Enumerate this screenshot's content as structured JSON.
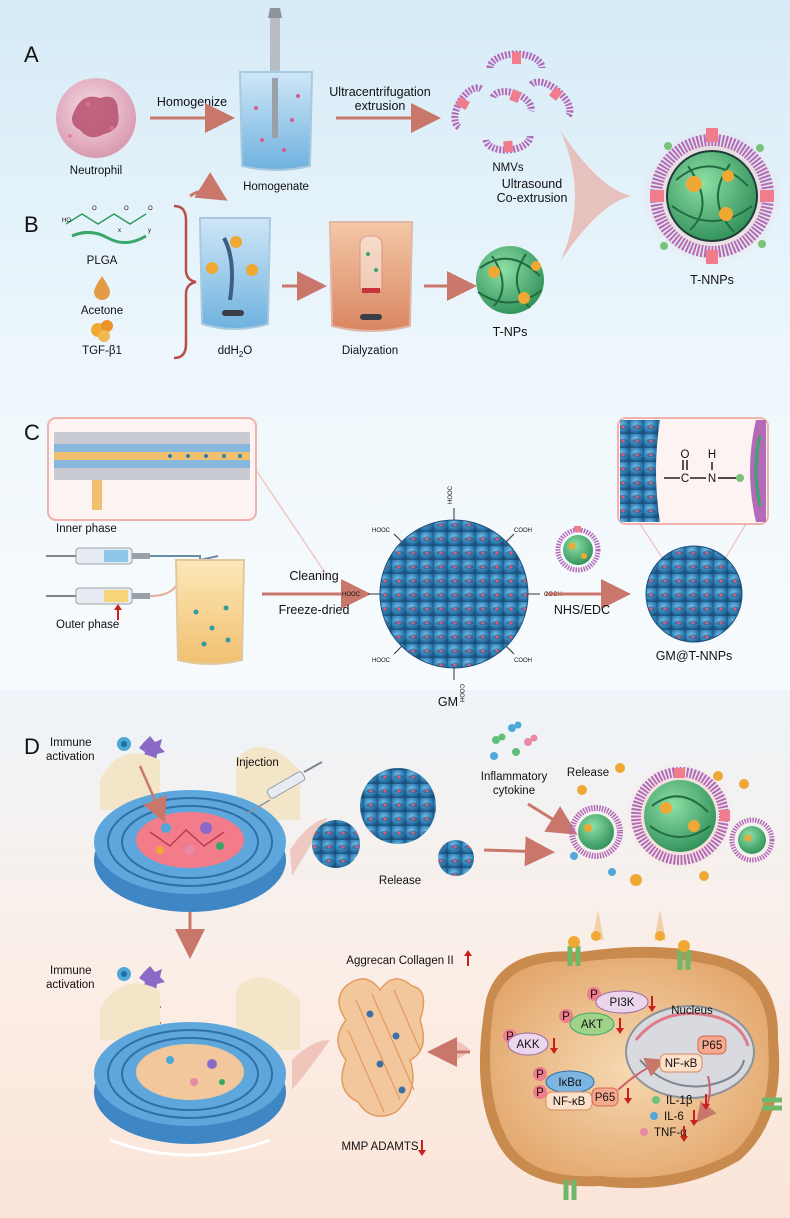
{
  "colors": {
    "bg_top": "#dceef8",
    "bg_mid": "#eef6fb",
    "bg_bottom": "#fbe7dd",
    "arrow": "#c9776b",
    "microsphere": "#2f7fb5",
    "plga_fiber": "#3aa76a",
    "membrane": "#b36bb8",
    "protein": "#f07c8c",
    "tgf": "#f0a834",
    "cell_body": "#f0c896",
    "disc_blue": "#5ea7dc",
    "nucleus_pulposus": "#f2c79b",
    "inflamed_core": "#f27c8a",
    "down_arrow": "#c8201e"
  },
  "icons": [
    "neutrophil-icon",
    "beaker-icon",
    "homogenizer-probe-icon",
    "nmv-fragment-icon",
    "t-nnp-icon",
    "t-np-icon",
    "plga-structure-icon",
    "acetone-drop-icon",
    "tgf-b1-icon",
    "dialysis-bag-icon",
    "microfluidic-chip-icon",
    "syringe-icon",
    "gm-microsphere-icon",
    "amide-bond-icon",
    "disc-icon",
    "cell-icon",
    "nucleus-icon",
    "receptor-icon",
    "immune-cell-icon",
    "cytokine-icon"
  ],
  "panels": {
    "A": {
      "letter": "A",
      "neutrophil": "Neutrophil",
      "homogenize": "Homogenize",
      "homogenate": "Homogenate",
      "ultra_line1": "Ultracentrifugation",
      "ultra_line2": "extrusion",
      "nmvs": "NMVs",
      "us_line1": "Ultrasound",
      "us_line2": "Co-extrusion",
      "tnnps": "T-NNPs"
    },
    "B": {
      "letter": "B",
      "plga": "PLGA",
      "acetone": "Acetone",
      "tgf": "TGF-β1",
      "ddh2o_pre": "ddH",
      "ddh2o_sub": "2",
      "ddh2o_post": "O",
      "dialyzation": "Dialyzation",
      "tnps": "T-NPs"
    },
    "C": {
      "letter": "C",
      "inner_phase": "Inner phase",
      "outer_phase": "Outer phase",
      "cleaning": "Cleaning",
      "freeze_dried": "Freeze-dried",
      "gm": "GM",
      "nhs_edc": "NHS/EDC",
      "gm_tnnps": "GM@T-NNPs",
      "cooh": "COOH",
      "hooc": "HOOC",
      "amide_c": "C",
      "amide_n": "N",
      "amide_o": "O",
      "amide_h": "H"
    },
    "D": {
      "letter": "D",
      "immune_line1": "Immune",
      "immune_line2": "activation",
      "injection": "Injection",
      "release_1": "Release",
      "release_2": "Release",
      "inflam_line1": "Inflammatory",
      "inflam_line2": "cytokine",
      "aggrecan": "Aggrecan Collagen II",
      "mmp": "MMP ADAMTS",
      "pi3k": "PI3K",
      "akt": "AKT",
      "akk": "AKK",
      "ikba": "IκBα",
      "nfkb": "NF-κB",
      "p65": "P65",
      "nucleus": "Nucleus",
      "il1b": "IL-1β",
      "il6": "IL-6",
      "tnfa": "TNF-α",
      "p": "P"
    }
  }
}
